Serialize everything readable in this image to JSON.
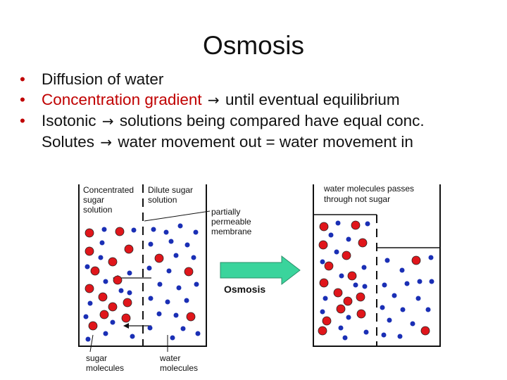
{
  "title": "Osmosis",
  "bullets": [
    {
      "before": "Diffusion of water",
      "arrow": "",
      "after": "",
      "continuation": null
    },
    {
      "before": "Concentration gradient",
      "arrow": "→",
      "after": "until eventual equilibrium",
      "continuation": null
    },
    {
      "before": "Isotonic",
      "arrow": "→",
      "after": "solutions being compared have equal conc.",
      "continuation": {
        "before": "Solutes",
        "arrow": "→",
        "after": "water movement out = water movement in"
      }
    }
  ],
  "diagram": {
    "left_label_concentrated": [
      "Concentrated",
      "sugar",
      "solution"
    ],
    "left_label_dilute": [
      "Dilute sugar",
      "solution"
    ],
    "membrane_label": [
      "partially",
      "permeable",
      "membrane"
    ],
    "sugar_label": [
      "sugar",
      "molecules"
    ],
    "water_label": [
      "water",
      "molecules"
    ],
    "arrow_label": "Osmosis",
    "right_label": [
      "water molecules passes",
      "through not sugar"
    ],
    "colors": {
      "sugar": "#e0161b",
      "water": "#1a2fb5",
      "arrow": "#3ad49c"
    }
  }
}
